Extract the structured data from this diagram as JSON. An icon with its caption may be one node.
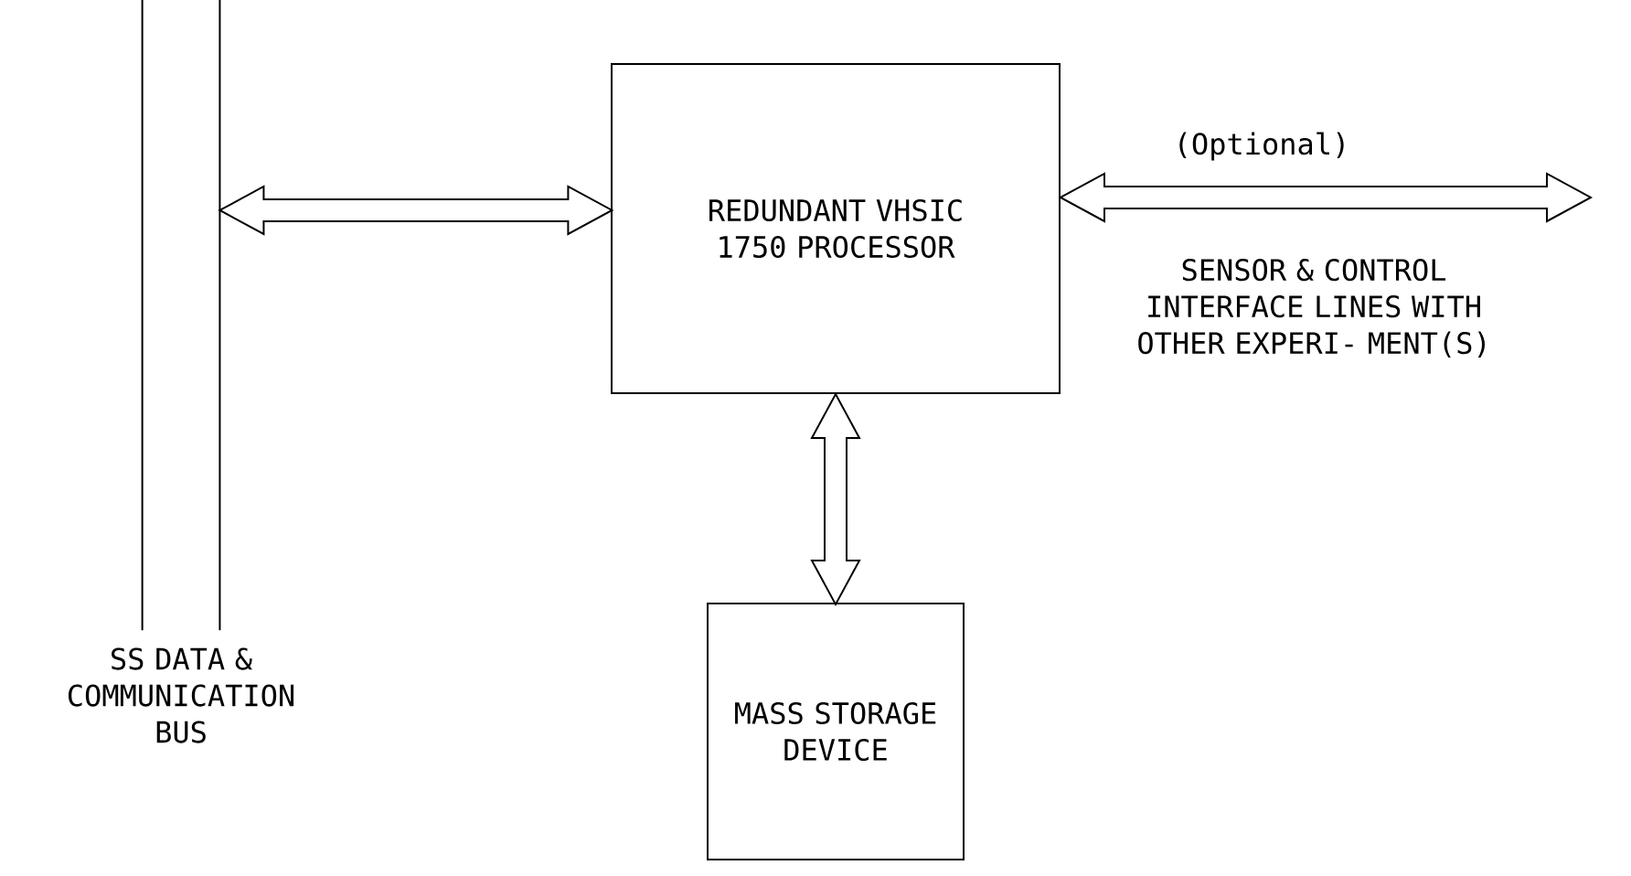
{
  "diagram": {
    "nodes": [
      {
        "text": [],
        "shape": "bar",
        "beside": [
          "SS DATA & COMMUNICATION BUS"
        ]
      },
      {
        "text": [
          "REDUNDANT VHSIC 1750 PROCESSOR"
        ]
      },
      {
        "text": [
          "MASS STORAGE DEVICE"
        ]
      }
    ],
    "edges": [
      {
        "from": 0,
        "to": 1,
        "arrow": "both"
      },
      {
        "from": 1,
        "to": 2,
        "arrow": "both"
      },
      {
        "from": 1,
        "to": null,
        "arrow": "both",
        "label": "(Optional)"
      }
    ],
    "labels": [
      "SENSOR & CONTROL INTERFACE LINES WITH OTHER EXPERI- MENT(S)"
    ]
  }
}
